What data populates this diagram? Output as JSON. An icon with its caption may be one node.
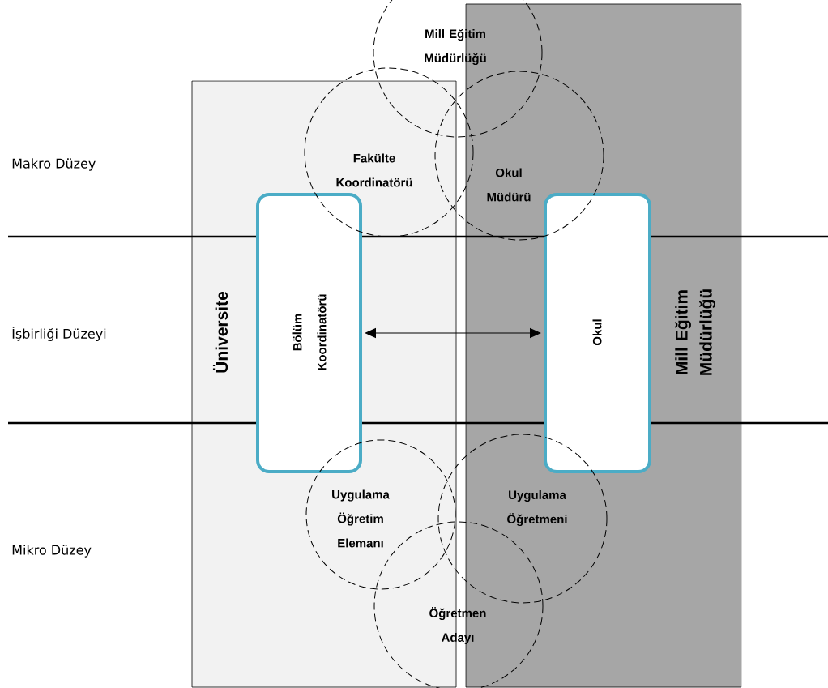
{
  "diagram": {
    "nodes": [
      {
        "text": [
          "Üniversite"
        ]
      },
      {
        "text": [
          "Mill Eğitim Müdürlüğü"
        ]
      },
      {
        "text": [
          "Bölüm Koordinatörü"
        ],
        "in": 0
      },
      {
        "text": [
          "Okul"
        ],
        "in": 1
      },
      {
        "text": [
          "Mill Eğitim Müdürlüğü"
        ]
      },
      {
        "text": [
          "Fakülte Koordinatörü"
        ]
      },
      {
        "text": [
          "Okul Müdürü"
        ]
      },
      {
        "text": [
          "Uygulama Öğretim Elemanı"
        ],
        "in": 0
      },
      {
        "text": [
          "Uygulama Öğretmeni"
        ]
      },
      {
        "text": [
          "Öğretmen Adayı"
        ]
      }
    ],
    "edges": [
      {
        "from": 2,
        "to": 3,
        "arrow": "both"
      }
    ],
    "labels": [
      "Makro Düzey",
      "İşbirliği Düzeyi",
      "Mikro Düzey"
    ]
  }
}
